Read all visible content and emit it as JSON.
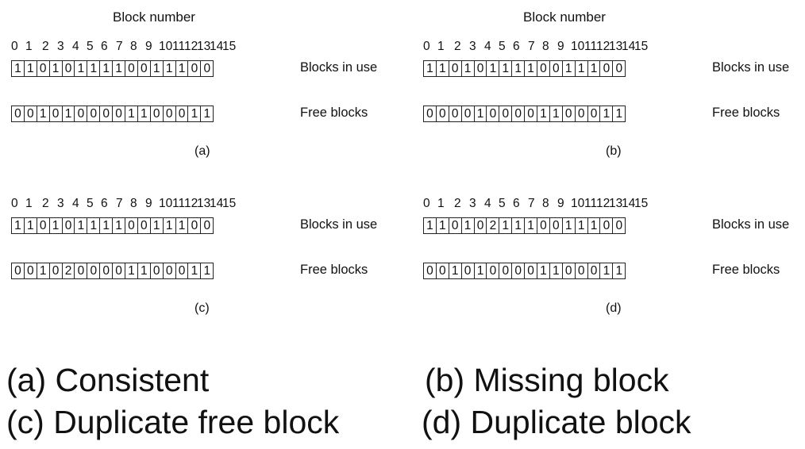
{
  "block_number_label": "Block number",
  "index_labels": [
    "0",
    "1",
    "2",
    "3",
    "4",
    "5",
    "6",
    "7",
    "8",
    "9",
    "10",
    "11",
    "12",
    "13",
    "14",
    "15"
  ],
  "in_use_label": "Blocks in use",
  "free_label": "Free blocks",
  "panels": [
    {
      "id": "a",
      "show_title": true,
      "sublabel": "(a)",
      "in_use": [
        1,
        1,
        0,
        1,
        0,
        1,
        1,
        1,
        1,
        0,
        0,
        1,
        1,
        1,
        0,
        0
      ],
      "free": [
        0,
        0,
        1,
        0,
        1,
        0,
        0,
        0,
        0,
        1,
        1,
        0,
        0,
        0,
        1,
        1
      ]
    },
    {
      "id": "b",
      "show_title": true,
      "sublabel": "(b)",
      "in_use": [
        1,
        1,
        0,
        1,
        0,
        1,
        1,
        1,
        1,
        0,
        0,
        1,
        1,
        1,
        0,
        0
      ],
      "free": [
        0,
        0,
        0,
        0,
        1,
        0,
        0,
        0,
        0,
        1,
        1,
        0,
        0,
        0,
        1,
        1
      ]
    },
    {
      "id": "c",
      "show_title": false,
      "sublabel": "(c)",
      "in_use": [
        1,
        1,
        0,
        1,
        0,
        1,
        1,
        1,
        1,
        0,
        0,
        1,
        1,
        1,
        0,
        0
      ],
      "free": [
        0,
        0,
        1,
        0,
        2,
        0,
        0,
        0,
        0,
        1,
        1,
        0,
        0,
        0,
        1,
        1
      ]
    },
    {
      "id": "d",
      "show_title": false,
      "sublabel": "(d)",
      "in_use": [
        1,
        1,
        0,
        1,
        0,
        2,
        1,
        1,
        1,
        0,
        0,
        1,
        1,
        1,
        0,
        0
      ],
      "free": [
        0,
        0,
        1,
        0,
        1,
        0,
        0,
        0,
        0,
        1,
        1,
        0,
        0,
        0,
        1,
        1
      ]
    }
  ],
  "captions": {
    "a": "(a) Consistent",
    "b": "(b) Missing block",
    "c": "(c) Duplicate free block",
    "d": "(d) Duplicate block"
  }
}
